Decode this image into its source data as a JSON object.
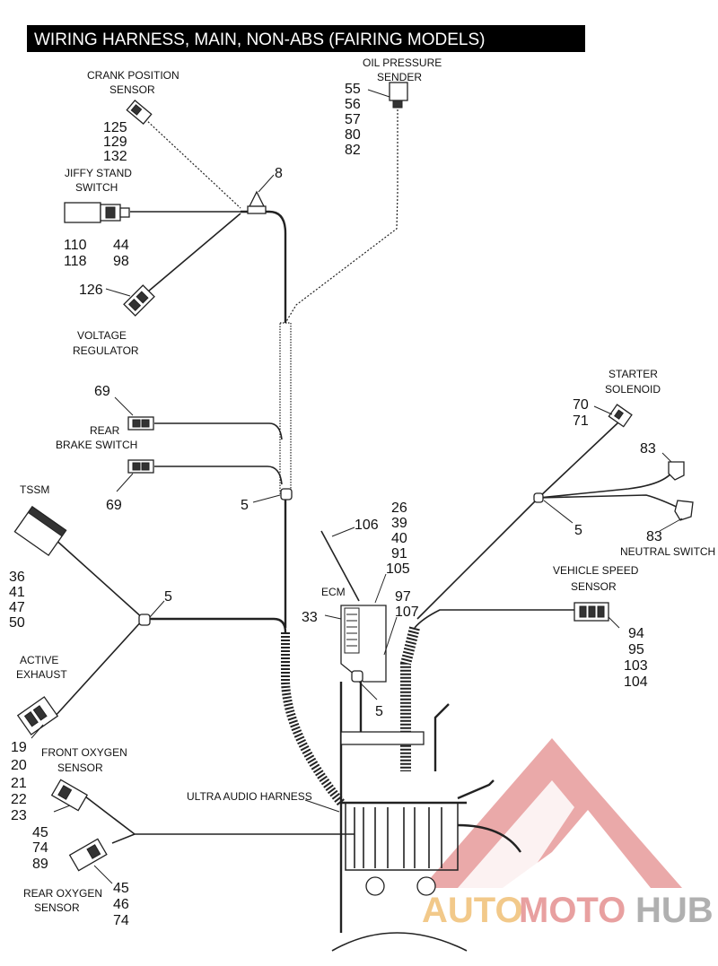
{
  "title": "WIRING HARNESS, MAIN, NON-ABS (FAIRING MODELS)",
  "colors": {
    "title_bg": "#000000",
    "title_fg": "#ffffff",
    "logo_red": "#e8a0a0",
    "logo_orange": "#f2c98a",
    "logo_gray": "#b0b0b0"
  },
  "labels": {
    "crank": [
      "CRANK POSITION",
      "SENSOR"
    ],
    "crank_nums": [
      "125",
      "129",
      "132"
    ],
    "oil": [
      "OIL PRESSURE",
      "SENDER"
    ],
    "oil_nums": [
      "55",
      "56",
      "57",
      "80",
      "82"
    ],
    "jiffy": [
      "JIFFY STAND",
      "SWITCH"
    ],
    "jiffy_nums_a": [
      "110",
      "118"
    ],
    "jiffy_nums_b": [
      "44",
      "98"
    ],
    "n8": "8",
    "vr_num": "126",
    "vr": [
      "VOLTAGE",
      "REGULATOR"
    ],
    "rbs_top": "69",
    "rbs": [
      "REAR",
      "BRAKE SWITCH"
    ],
    "rbs_bottom": "69",
    "tssm": "TSSM",
    "tssm_nums": [
      "36",
      "41",
      "47",
      "50"
    ],
    "clip5_a": "5",
    "clip5_b": "5",
    "clip5_c": "5",
    "clip5_d": "5",
    "starter": [
      "STARTER",
      "SOLENOID"
    ],
    "starter_nums": [
      "70",
      "71"
    ],
    "n83_a": "83",
    "n83_b": "83",
    "neutral": "NEUTRAL SWITCH",
    "ecm_nums": [
      "26",
      "39",
      "40",
      "91",
      "105"
    ],
    "n106": "106",
    "ecm": "ECM",
    "n33": "33",
    "ecm_nums_b": [
      "97",
      "107"
    ],
    "vss": [
      "VEHICLE SPEED",
      "SENSOR"
    ],
    "vss_nums": [
      "94",
      "95",
      "103",
      "104"
    ],
    "active": [
      "ACTIVE",
      "EXHAUST"
    ],
    "active_nums": [
      "19",
      "20",
      "21",
      "22",
      "23"
    ],
    "front_o2": [
      "FRONT OXYGEN",
      "SENSOR"
    ],
    "front_o2_nums": [
      "45",
      "74",
      "89"
    ],
    "ultra": "ULTRA AUDIO HARNESS",
    "rear_o2": [
      "REAR OXYGEN",
      "SENSOR"
    ],
    "rear_o2_nums": [
      "45",
      "46",
      "74"
    ]
  },
  "watermark": {
    "part1": "AUTO",
    "part2": "MOTO",
    "part3": "HUB"
  }
}
